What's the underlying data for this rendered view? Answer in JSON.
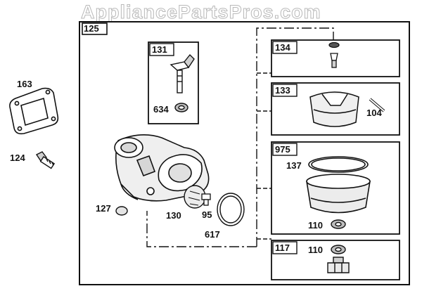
{
  "watermark": "AppliancePartsPros.com",
  "colors": {
    "ink": "#111111",
    "paper": "#ffffff",
    "fill_light": "#e6e6e6",
    "fill_mid": "#bfbfbf",
    "watermark": "#b8b8b8"
  },
  "assembly": {
    "number": "125"
  },
  "subassemblies": [
    {
      "id": "131",
      "label": "131"
    },
    {
      "id": "134",
      "label": "134"
    },
    {
      "id": "133",
      "label": "133"
    },
    {
      "id": "975",
      "label": "975"
    },
    {
      "id": "117",
      "label": "117"
    }
  ],
  "callouts": {
    "p163": "163",
    "p124": "124",
    "p634": "634",
    "p104": "104",
    "p137": "137",
    "p110a": "110",
    "p110b": "110",
    "p127": "127",
    "p130": "130",
    "p95": "95",
    "p617": "617"
  }
}
